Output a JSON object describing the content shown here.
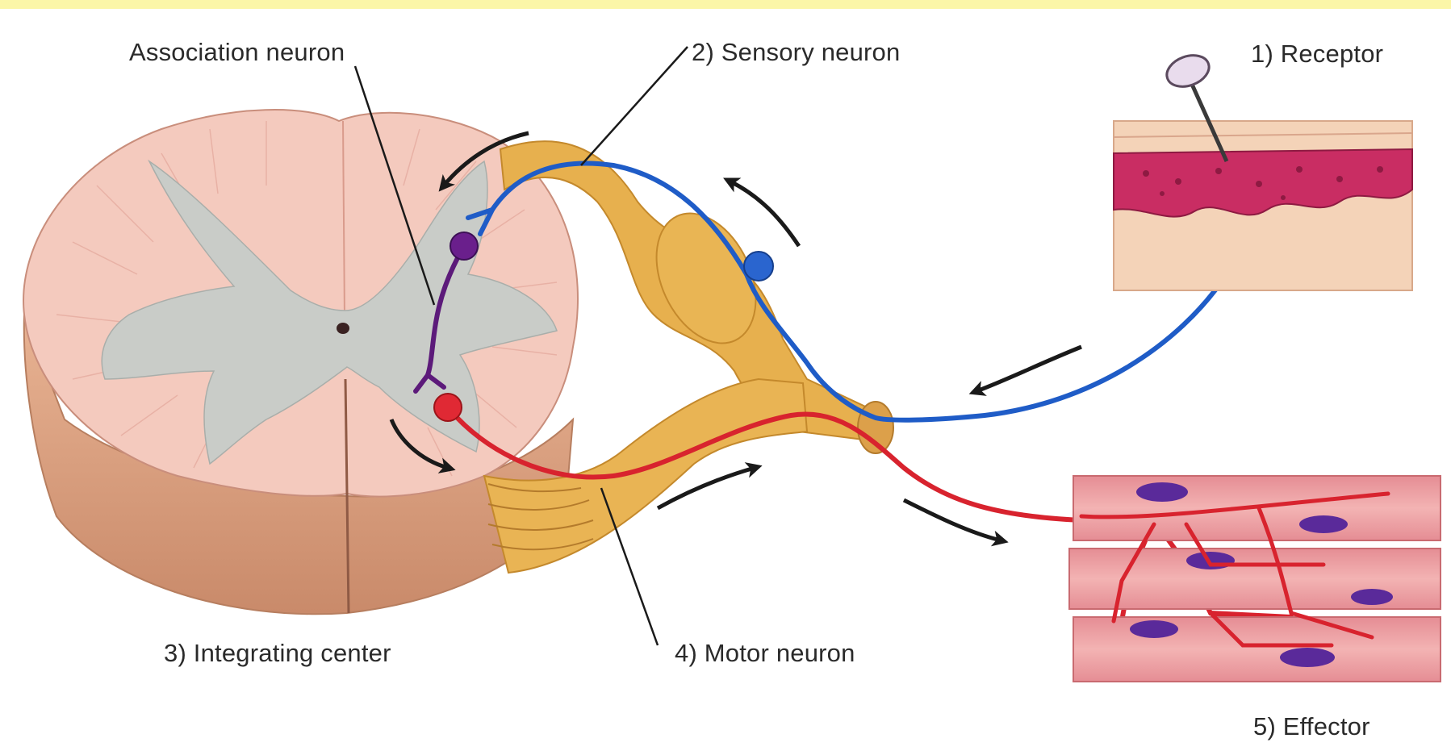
{
  "labels": {
    "association_neuron": "Association neuron",
    "sensory_neuron": "2) Sensory neuron",
    "receptor": "1) Receptor",
    "integrating_center": "3) Integrating center",
    "motor_neuron": "4) Motor neuron",
    "effector": "5) Effector"
  },
  "colors": {
    "band": "#fbf6a8",
    "sensory": "#1f5cc7",
    "motor": "#d8232e",
    "association": "#5c1a7a",
    "gray_matter": "#c9ccc8",
    "white_matter": "#f3c9bd",
    "nerve": "#e7b04e",
    "skin": "#c92d63",
    "muscle": "#e79a9e"
  }
}
